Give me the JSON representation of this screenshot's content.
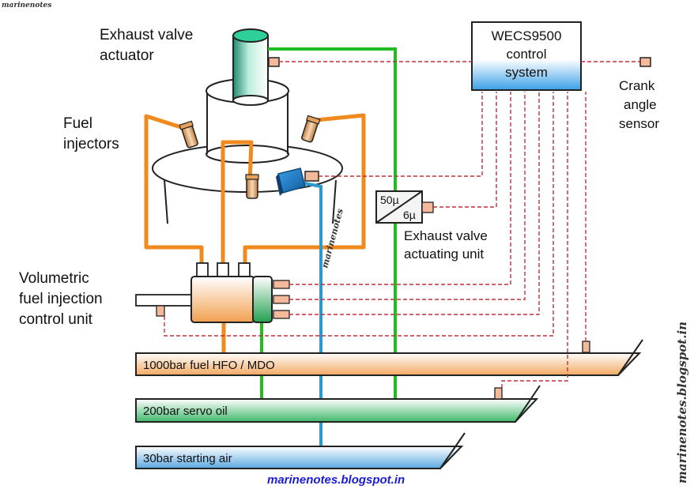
{
  "watermark_top": "marinenotes",
  "watermark_side": "marinenotes.blogspot.in",
  "watermark_center": "marinenotes",
  "footer_url": "marinenotes.blogspot.in",
  "labels": {
    "exhaust_valve_actuator": [
      "Exhaust valve",
      "actuator"
    ],
    "fuel_injectors": [
      "Fuel",
      "injectors"
    ],
    "control_system": [
      "WECS9500",
      "control",
      "system"
    ],
    "crank_angle_sensor": [
      "Crank",
      "angle",
      "sensor"
    ],
    "exhaust_valve_actuating_unit": [
      "Exhaust valve",
      "actuating unit"
    ],
    "volumetric_unit": [
      "Volumetric",
      "fuel injection",
      "control unit"
    ],
    "ratio_top": "50µ",
    "ratio_bottom": "6µ"
  },
  "pipes": {
    "fuel": "1000bar fuel HFO / MDO",
    "servo": "200bar servo oil",
    "air": "30bar starting air"
  },
  "colors": {
    "fuel_line": "#f08a1e",
    "servo_line": "#22bb22",
    "air_line": "#2a9bcc",
    "signal_line": "#c0303a",
    "actuator_top": "#2fcf9a",
    "control_box": "#3aa0e8"
  }
}
